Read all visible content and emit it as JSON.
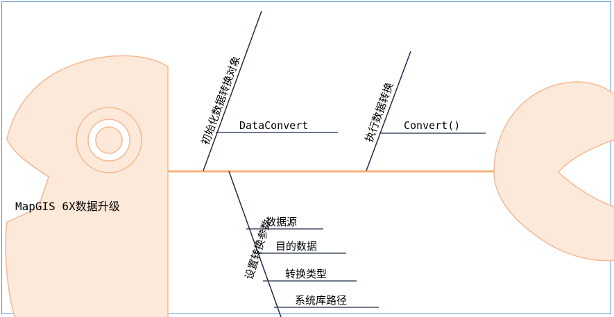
{
  "diagram": {
    "head_label": "MapGIS 6X数据升级",
    "branches": {
      "init": {
        "label": "初始化数据转换对象",
        "items": [
          "DataConvert"
        ]
      },
      "execute": {
        "label": "执行数据转换",
        "items": [
          "Convert()"
        ]
      },
      "params": {
        "label": "设置转换参数",
        "items": [
          "数据源",
          "目的数据",
          "转换类型",
          "系统库路径"
        ]
      }
    },
    "colors": {
      "fish_fill": "#fde9d9",
      "fish_stroke": "#f5b892",
      "spine": "#f5b07a",
      "branch_line": "#1f2a44",
      "frame": "#5b8fd6"
    }
  }
}
